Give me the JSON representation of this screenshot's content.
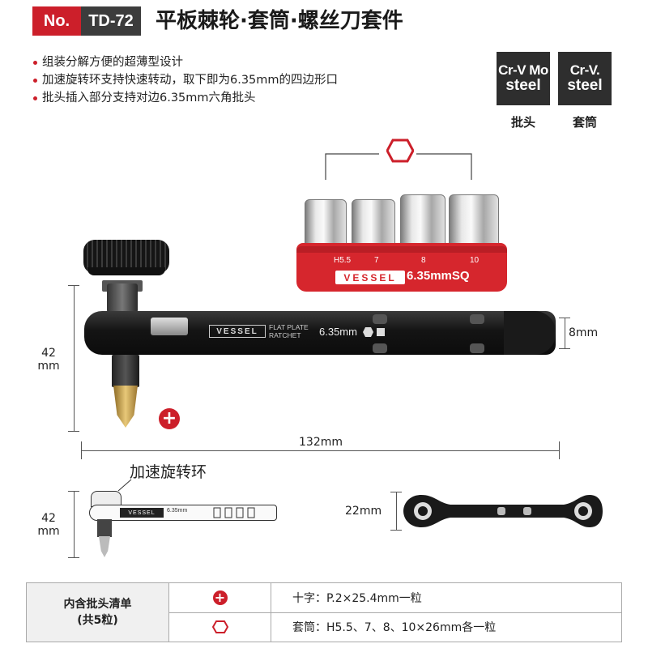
{
  "header": {
    "no_label": "No.",
    "model": "TD-72",
    "title": "平板棘轮·套筒·螺丝刀套件"
  },
  "features": [
    "组装分解方便的超薄型设计",
    "加速旋转环支持快速转动，取下即为6.35mm的四边形口",
    "批头插入部分支持对边6.35mm六角批头"
  ],
  "materials": [
    {
      "line1": "Cr-V Mo",
      "line2": "steel",
      "caption": "批头"
    },
    {
      "line1": "Cr-V.",
      "line2": "steel",
      "caption": "套筒"
    }
  ],
  "socket_holder": {
    "sizes": [
      "H5.5",
      "7",
      "8",
      "10"
    ],
    "brand": "VESSEL",
    "drive": "6.35mmSQ"
  },
  "wrench": {
    "brand": "VESSEL",
    "line1": "FLAT PLATE",
    "line2": "RATCHET",
    "size": "6.35mm"
  },
  "dimensions": {
    "height_main": "42\nmm",
    "thickness": "8mm",
    "length": "132mm",
    "height_small": "42\nmm",
    "width_small": "22mm"
  },
  "callout": "加速旋转环",
  "table": {
    "header": "内含批头清单\n(共5粒)",
    "rows": [
      {
        "icon": "phillips-plus-icon",
        "text": "十字：P.2×25.4mm一粒"
      },
      {
        "icon": "hexagon-icon",
        "text": "套筒：H5.5、7、8、10×26mm各一粒"
      }
    ]
  },
  "colors": {
    "accent_red": "#cc1f2a",
    "dark_gray": "#3c3c3c",
    "holder_red": "#d6262d"
  }
}
